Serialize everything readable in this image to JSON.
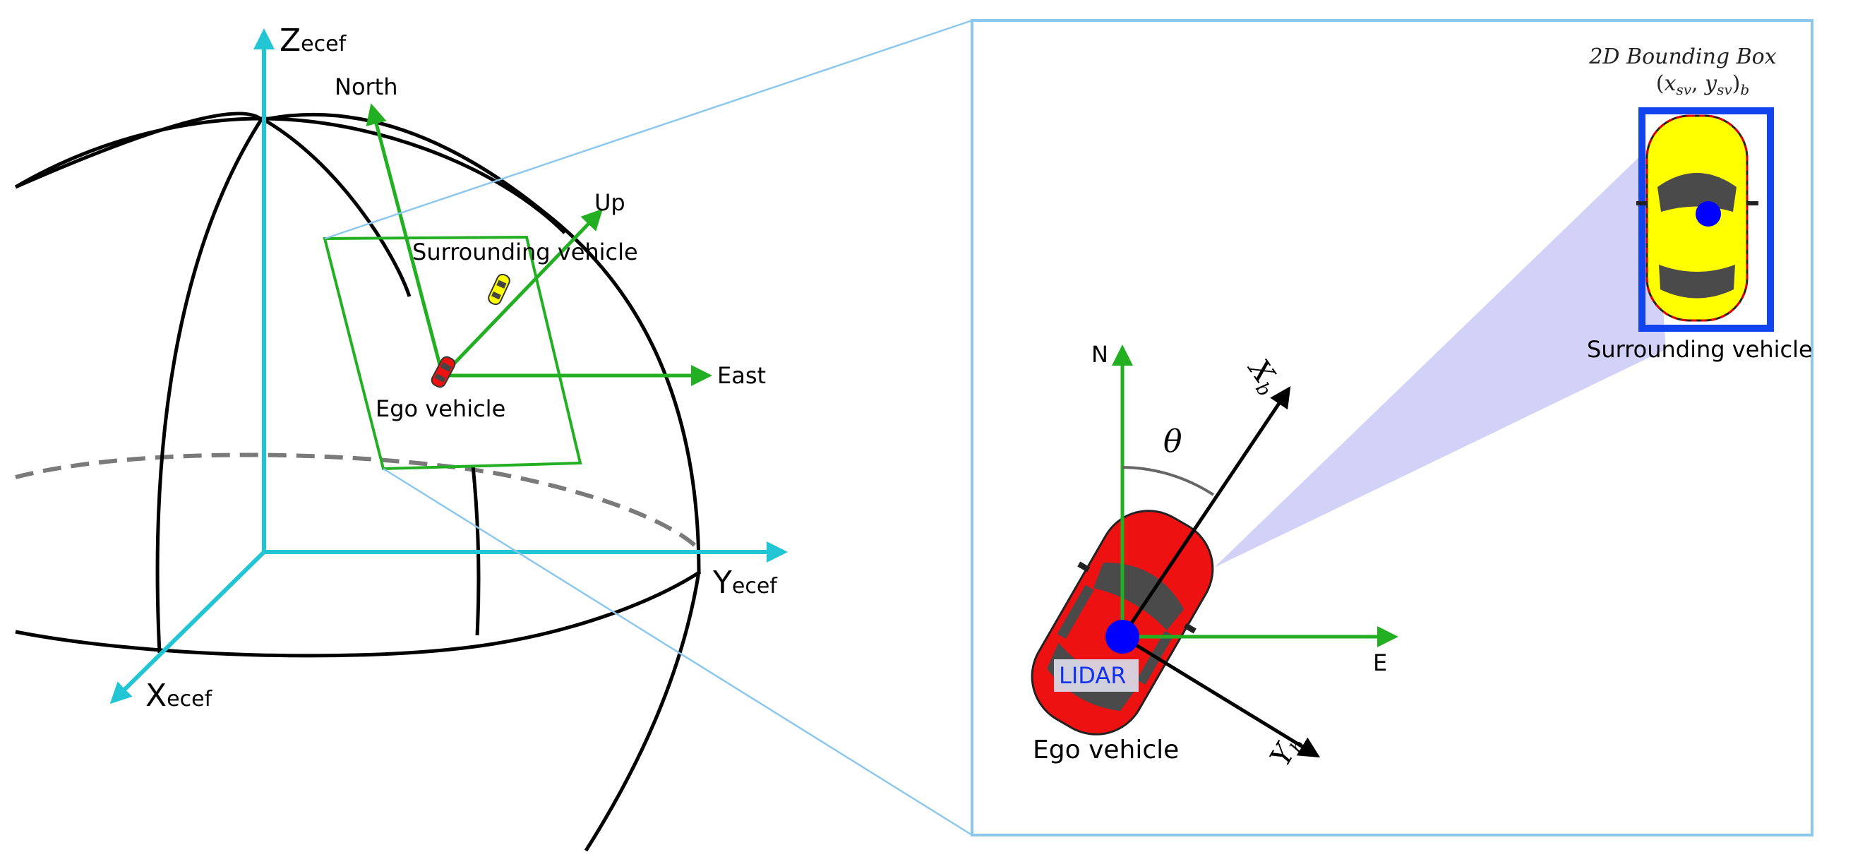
{
  "left_view": {
    "axes": {
      "z_main": "Z",
      "z_sub": "ecef",
      "y_main": "Y",
      "y_sub": "ecef",
      "x_main": "X",
      "x_sub": "ecef"
    },
    "enu": {
      "north": "North",
      "up": "Up",
      "east": "East"
    },
    "surrounding_vehicle": "Surrounding vehicle",
    "ego_vehicle": "Ego vehicle"
  },
  "right_view": {
    "bbox_title": "2D Bounding Box",
    "bbox_coords": {
      "open": "(",
      "x": "x",
      "x_sub": "sv",
      "sep": ", ",
      "y": "y",
      "y_sub": "sv",
      "close": ")",
      "frame_sub": "b"
    },
    "surrounding_vehicle": "Surrounding vehicle",
    "north": "N",
    "east": "E",
    "theta": "θ",
    "xb_main": "X",
    "xb_sub": "b",
    "yb_main": "Y",
    "yb_sub": "b",
    "lidar": "LIDAR",
    "ego_vehicle": "Ego vehicle"
  },
  "colors": {
    "axis_cyan": "#22c5d3",
    "enu_green": "#22b022",
    "zoom_blue": "#8cc8ee",
    "ego_red": "#ee1111",
    "surrounding_yellow": "#ffff00",
    "lidar_blue": "#0000ff",
    "bbox_blue": "#1144ee",
    "fov_lavender": "#d2d2f8"
  }
}
